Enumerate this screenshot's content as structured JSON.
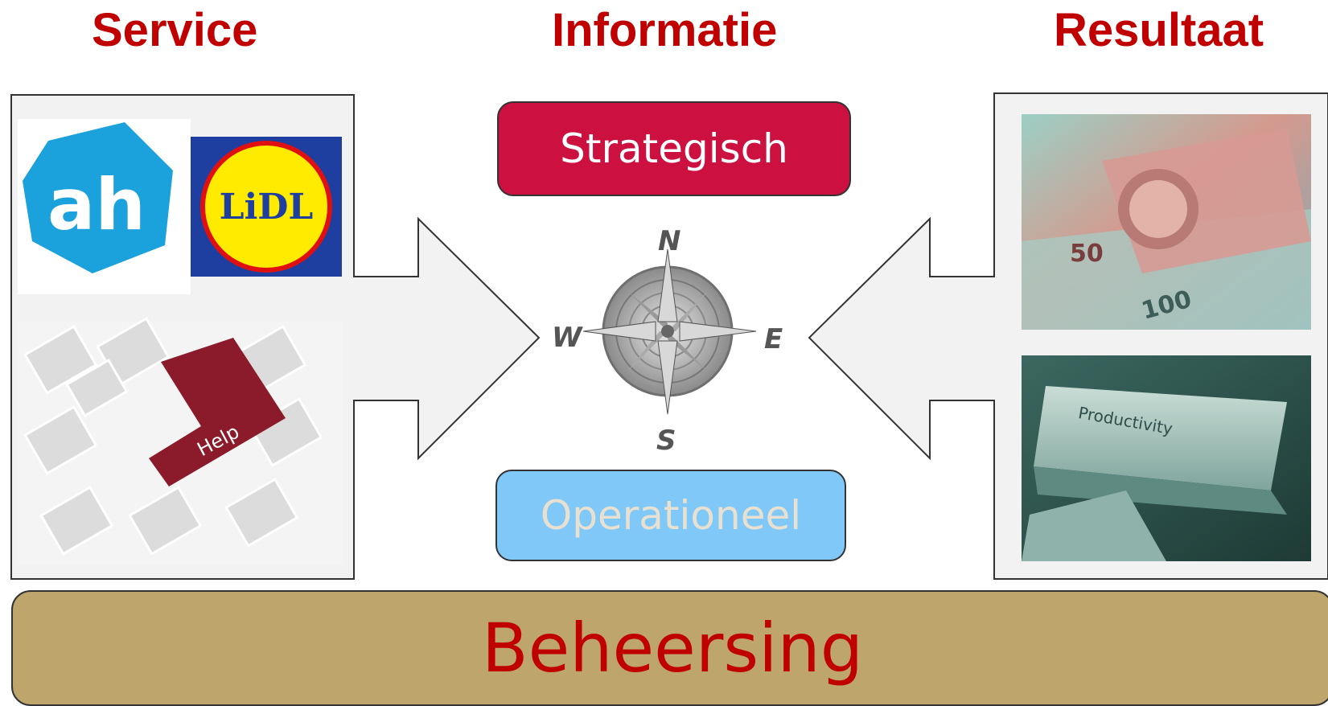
{
  "headers": {
    "service": "Service",
    "informatie": "Informatie",
    "resultaat": "Resultaat"
  },
  "pills": {
    "strategisch": "Strategisch",
    "operationeel": "Operationeel"
  },
  "compass": {
    "n": "N",
    "e": "E",
    "s": "S",
    "w": "W"
  },
  "images": {
    "lidl_logo_text": "LiDL",
    "help_key": "Help",
    "productivity_key": "Productivity",
    "banknote_values": [
      "50",
      "100"
    ]
  },
  "footer": {
    "label": "Beheersing"
  },
  "colors": {
    "header": "#c00000",
    "strategisch": "#cc1140",
    "operationeel": "#80c8f8",
    "footer_bar": "#bda56b",
    "ah_blue": "#1ba1db",
    "lidl_blue": "#1f3fa0",
    "lidl_yellow": "#ffeb00"
  }
}
